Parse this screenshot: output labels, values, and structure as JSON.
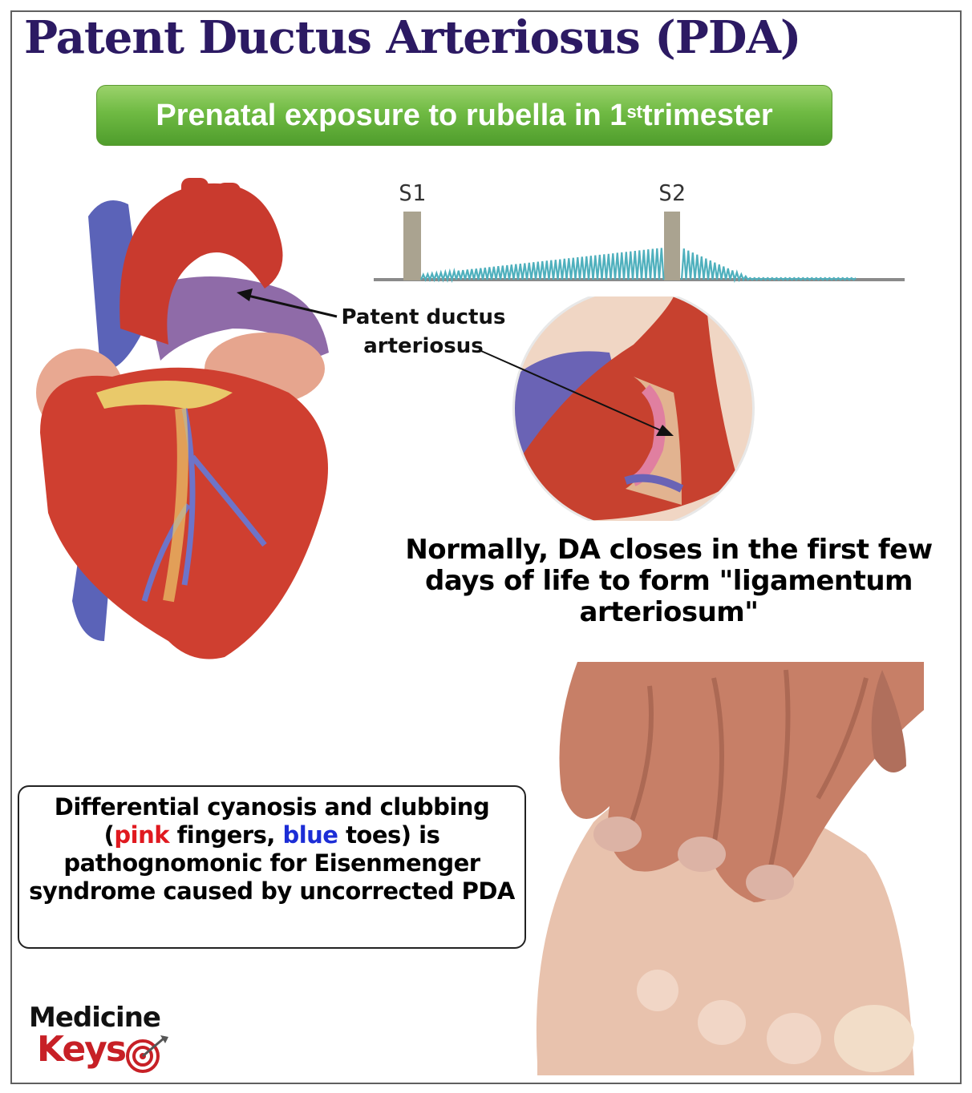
{
  "title": "Patent Ductus Arteriosus (PDA)",
  "banner": {
    "text": "Prenatal exposure to rubella in 1",
    "sup": "st",
    "after": " trimester"
  },
  "sound_labels": {
    "s1": "S1",
    "s2": "S2"
  },
  "pda_label": {
    "line1": "Patent ductus",
    "line2": "arteriosus"
  },
  "normal_text": "Normally, DA closes in the first few days of life to form \"ligamentum arteriosum\"",
  "diff_box": {
    "part1": "Differential cyanosis and clubbing (",
    "pink": "pink",
    "part2": " fingers, ",
    "blue": "blue",
    "part3": " toes) is pathognomonic for Eisenmenger syndrome caused by uncorrected PDA"
  },
  "logo": {
    "line1": "Medicine",
    "line2": "Keys"
  },
  "colors": {
    "title": "#2c1a63",
    "banner": "#6fba43",
    "murmur": "#4fb0bd",
    "pink_word": "#e0191f",
    "blue_word": "#1c2dd6",
    "logo_red": "#c72026"
  }
}
